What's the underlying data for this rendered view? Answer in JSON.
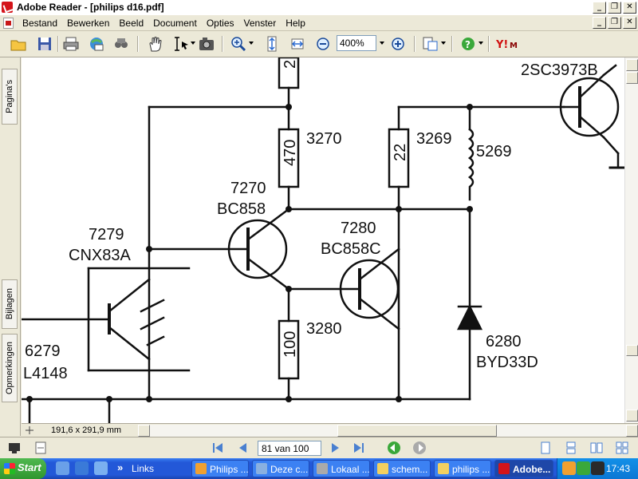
{
  "window": {
    "title": "Adobe Reader - [philips d16.pdf]",
    "min_glyph": "_",
    "max_glyph": "❐",
    "close_glyph": "✕"
  },
  "menu": {
    "items": [
      "Bestand",
      "Bewerken",
      "Beeld",
      "Document",
      "Opties",
      "Venster",
      "Help"
    ]
  },
  "toolbar": {
    "zoom_value": "400%",
    "icons": [
      "open-icon",
      "save-icon",
      "print-icon",
      "email-icon",
      "search-icon",
      "hand-icon",
      "select-text-icon",
      "snapshot-icon",
      "zoom-in-icon",
      "fit-page-icon",
      "fit-width-icon",
      "zoom-out-icon",
      "zoom-plus-icon",
      "rotate-icon",
      "help-icon",
      "yahoo-icon"
    ]
  },
  "side_tabs": [
    "Pagina's",
    "Bijlagen",
    "Opmerkingen"
  ],
  "status": {
    "dimensions": "191,6 x 291,9 mm"
  },
  "navigation": {
    "page_display": "81 van 100"
  },
  "schematic": {
    "labels": {
      "top_resistor": "2",
      "r3270_value": "470",
      "r3270_ref": "3270",
      "r3269_value": "22",
      "r3269_ref": "3269",
      "l5269_ref": "5269",
      "q_2sc_ref": "2SC3973B",
      "q7270_ref": "7270",
      "q7270_type": "BC858",
      "q7280_ref": "7280",
      "q7280_type": "BC858C",
      "opto_ref": "7279",
      "opto_type": "CNX83A",
      "r3280_value": "100",
      "r3280_ref": "3280",
      "d6280_ref": "6280",
      "d6280_type": "BYD33D",
      "d6279_ref": "6279",
      "d6279_type": "L4148"
    }
  },
  "taskbar": {
    "start_label": "Start",
    "quick_chevron": "»",
    "links_label": "Links",
    "tasks": [
      "Philips ...",
      "Deze c...",
      "Lokaal ...",
      "schem...",
      "philips ...",
      "Adobe..."
    ],
    "clock": "17:43",
    "colors": {
      "start_green": "#2f962f",
      "taskbar_blue": "#2358d8"
    }
  }
}
